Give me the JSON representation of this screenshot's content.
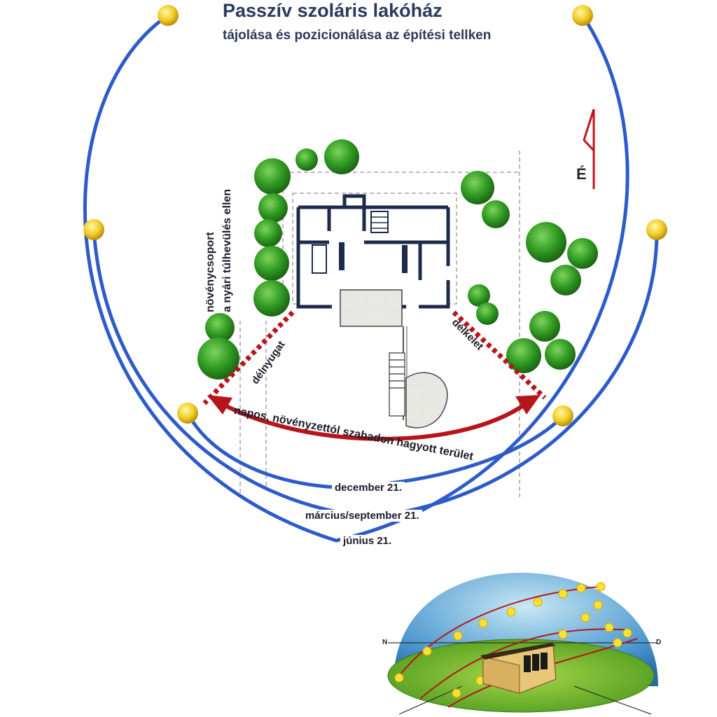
{
  "title": "Passzív szoláris lakóház",
  "subtitle": "tájolása és pozicionálása az építési tellken",
  "sun_paths": {
    "december": "december 21.",
    "equinox": "március/september 21.",
    "june": "június 21."
  },
  "vertical_label": {
    "line1": "növénycsoport",
    "line2": "a nyári túlhevülés ellen"
  },
  "southwest_label": "délnyugat",
  "southeast_label": "délkelet",
  "open_area_label": "napos, növényzettól szabadon hagyott terület",
  "north_label": "É",
  "dome": {
    "north": "N",
    "south": "D"
  },
  "colors": {
    "sun_path": "#2d5bc8",
    "sun": "#e8c21c",
    "arrow": "#b5161b",
    "tree": "#2f8a22",
    "title": "#2a3a5a"
  }
}
